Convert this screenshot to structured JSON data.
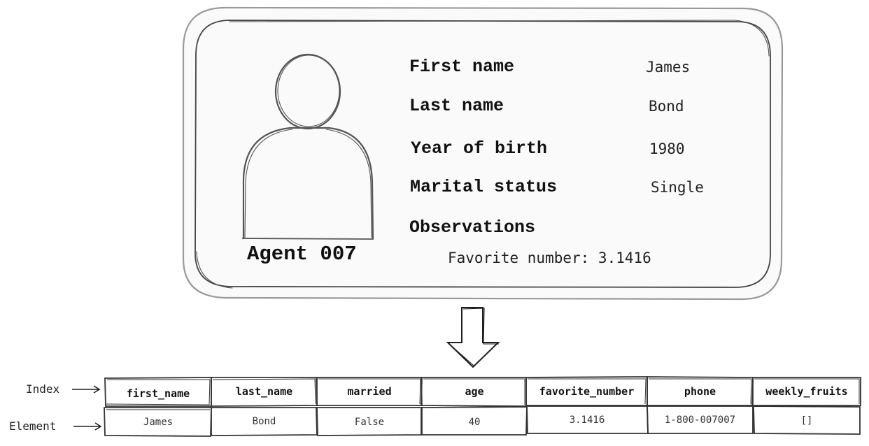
{
  "card": {
    "agent_name": "Agent 007",
    "fields": [
      {
        "label": "First name",
        "value": "James"
      },
      {
        "label": "Last name",
        "value": "Bond"
      },
      {
        "label": "Year of birth",
        "value": "1980"
      },
      {
        "label": "Marital status",
        "value": "Single"
      }
    ],
    "observations_label": "Observations",
    "observations_text": "Favorite number: 3.1416"
  },
  "table": {
    "index_label": "Index",
    "element_label": "Element",
    "columns": [
      "first_name",
      "last_name",
      "married",
      "age",
      "favorite_number",
      "phone",
      "weekly_fruits"
    ],
    "values": [
      "James",
      "Bond",
      "False",
      "40",
      "3.1416",
      "1-800-007007",
      "[]"
    ]
  },
  "icons": [
    "person-silhouette-icon",
    "down-arrow-icon",
    "right-arrow-icon"
  ]
}
